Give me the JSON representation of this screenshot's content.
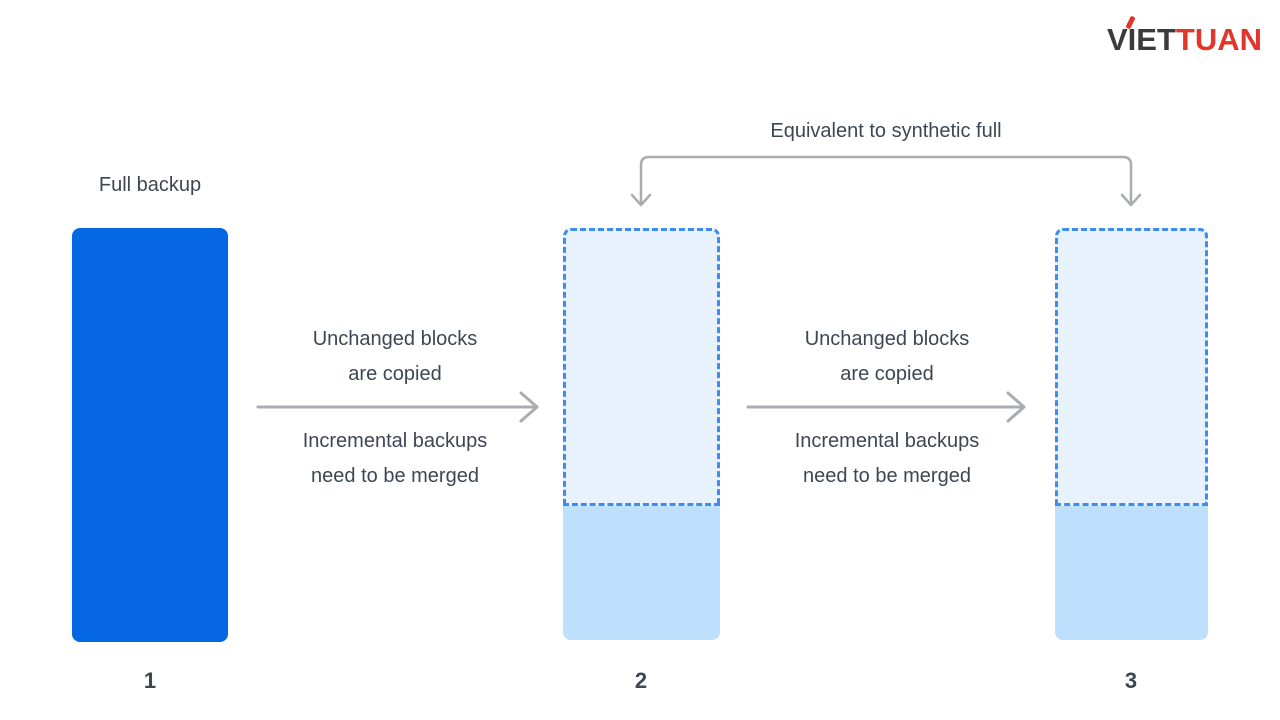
{
  "logo": {
    "left_text": "VIET",
    "right_text": "TUAN"
  },
  "bracket": {
    "label": "Equivalent to synthetic full"
  },
  "columns": [
    {
      "label": "1",
      "title": "Full backup"
    },
    {
      "label": "2"
    },
    {
      "label": "3"
    }
  ],
  "transition_text": {
    "above": [
      "Unchanged blocks",
      "are copied"
    ],
    "below": [
      "Incremental backups",
      "need to be merged"
    ]
  },
  "colors": {
    "full_blue": "#0667E3",
    "incremental_fill": "#BEE0FC",
    "unchanged_fill": "#E8F2FD",
    "dashed_border": "#3E8CEF",
    "text_dark": "#3D4753",
    "arrow_gray": "#A9ACB0",
    "logo_dark": "#3B3B3B",
    "logo_red": "#E2362B"
  }
}
